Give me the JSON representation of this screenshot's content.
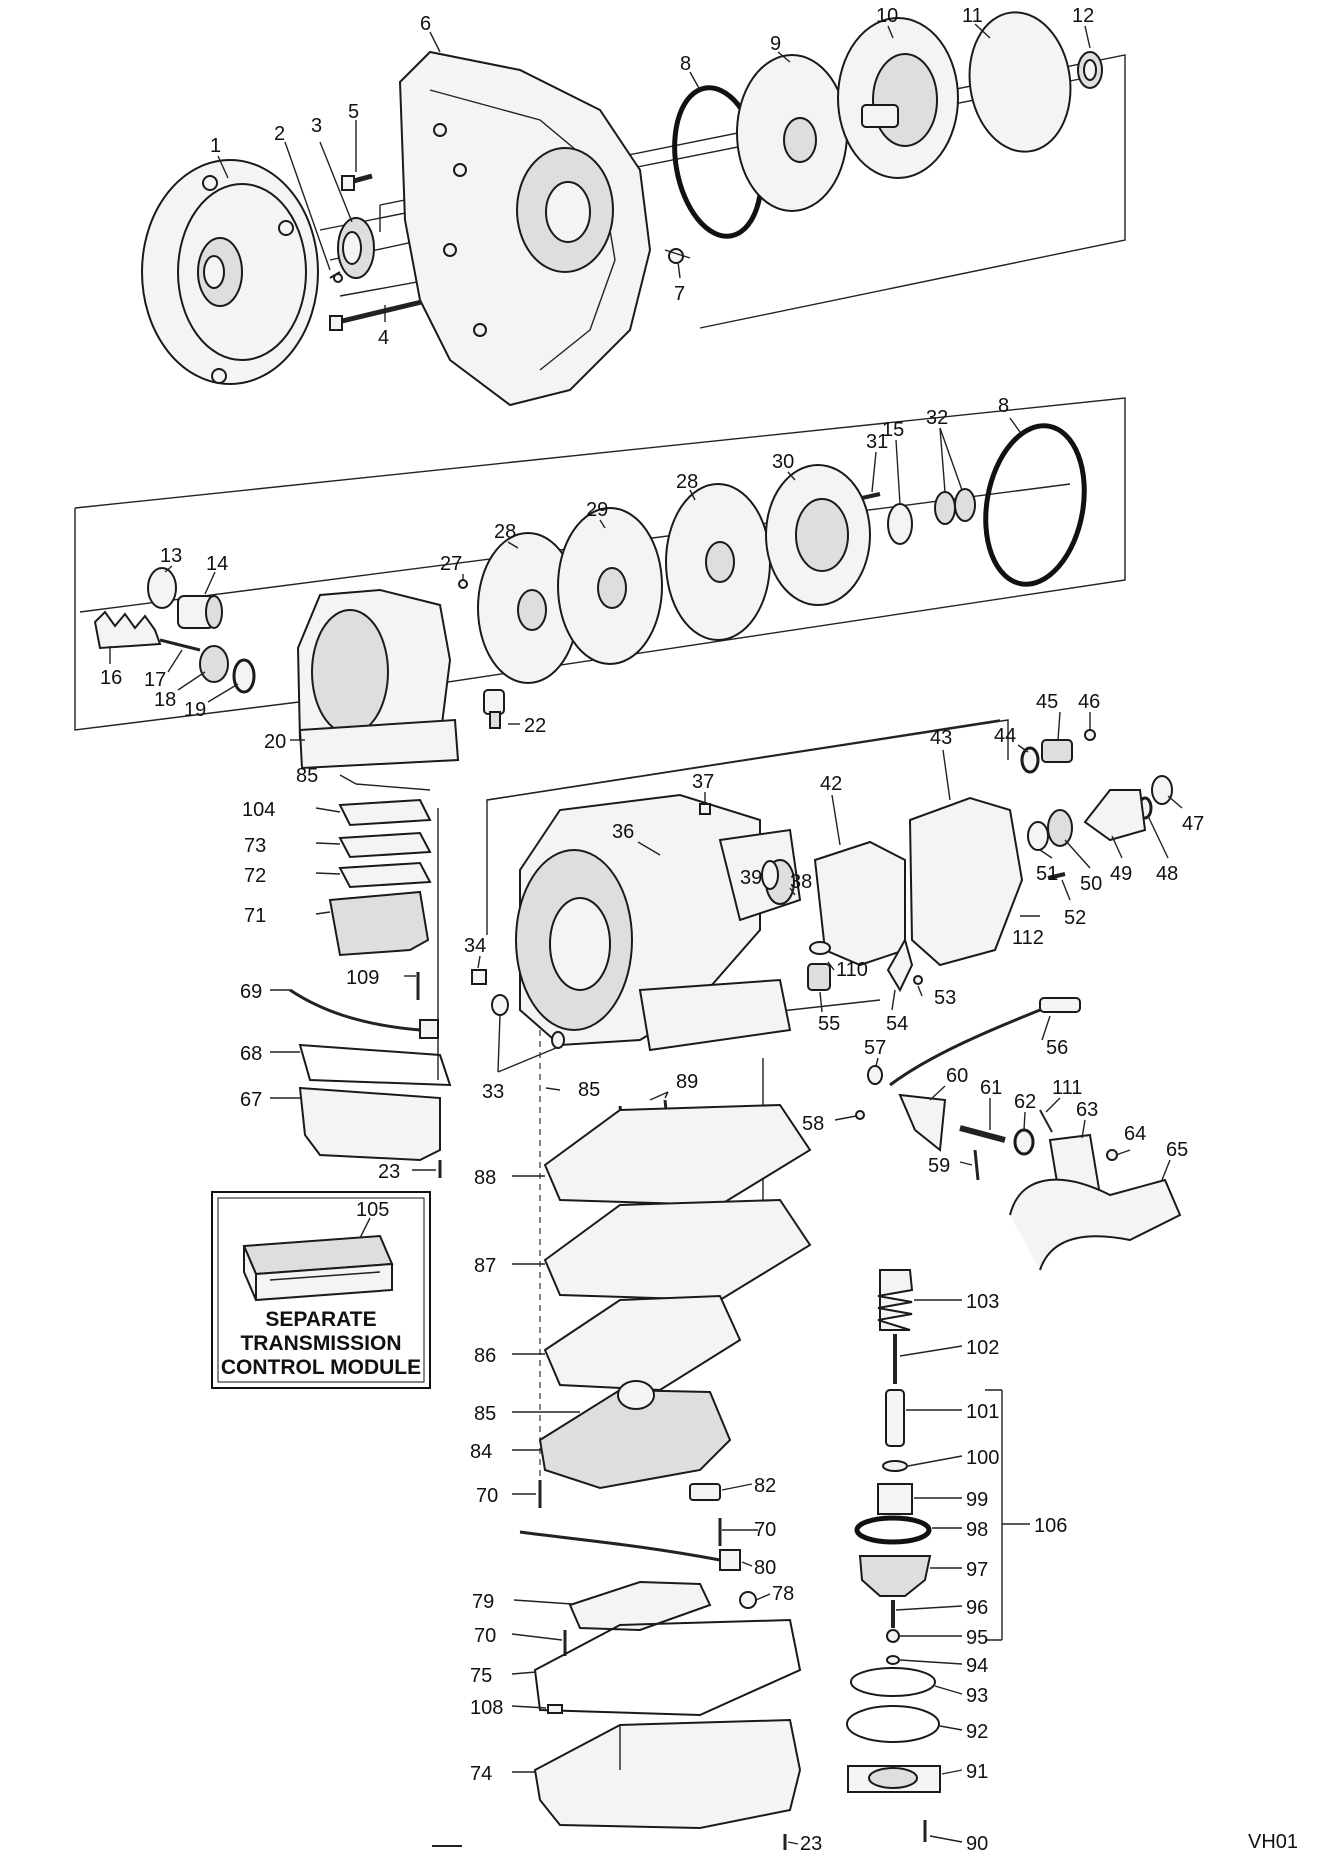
{
  "callouts": [
    {
      "id": "c1",
      "text": "1"
    },
    {
      "id": "c2",
      "text": "2"
    },
    {
      "id": "c3",
      "text": "3"
    },
    {
      "id": "c4",
      "text": "4"
    },
    {
      "id": "c5",
      "text": "5"
    },
    {
      "id": "c6",
      "text": "6"
    },
    {
      "id": "c7",
      "text": "7"
    },
    {
      "id": "c8a",
      "text": "8"
    },
    {
      "id": "c9",
      "text": "9"
    },
    {
      "id": "c10",
      "text": "10"
    },
    {
      "id": "c11",
      "text": "11"
    },
    {
      "id": "c12",
      "text": "12"
    },
    {
      "id": "c13",
      "text": "13"
    },
    {
      "id": "c14",
      "text": "14"
    },
    {
      "id": "c15",
      "text": "15"
    },
    {
      "id": "c16",
      "text": "16"
    },
    {
      "id": "c17",
      "text": "17"
    },
    {
      "id": "c18",
      "text": "18"
    },
    {
      "id": "c19",
      "text": "19"
    },
    {
      "id": "c20",
      "text": "20"
    },
    {
      "id": "c22",
      "text": "22"
    },
    {
      "id": "c23a",
      "text": "23"
    },
    {
      "id": "c23b",
      "text": "23"
    },
    {
      "id": "c27",
      "text": "27"
    },
    {
      "id": "c28a",
      "text": "28"
    },
    {
      "id": "c28b",
      "text": "28"
    },
    {
      "id": "c29",
      "text": "29"
    },
    {
      "id": "c30",
      "text": "30"
    },
    {
      "id": "c31",
      "text": "31"
    },
    {
      "id": "c32",
      "text": "32"
    },
    {
      "id": "c8b",
      "text": "8"
    },
    {
      "id": "c33",
      "text": "33"
    },
    {
      "id": "c34",
      "text": "34"
    },
    {
      "id": "c36",
      "text": "36"
    },
    {
      "id": "c37",
      "text": "37"
    },
    {
      "id": "c38",
      "text": "38"
    },
    {
      "id": "c39",
      "text": "39"
    },
    {
      "id": "c42",
      "text": "42"
    },
    {
      "id": "c43",
      "text": "43"
    },
    {
      "id": "c44",
      "text": "44"
    },
    {
      "id": "c45",
      "text": "45"
    },
    {
      "id": "c46",
      "text": "46"
    },
    {
      "id": "c47",
      "text": "47"
    },
    {
      "id": "c48",
      "text": "48"
    },
    {
      "id": "c49",
      "text": "49"
    },
    {
      "id": "c50",
      "text": "50"
    },
    {
      "id": "c51",
      "text": "51"
    },
    {
      "id": "c52",
      "text": "52"
    },
    {
      "id": "c53",
      "text": "53"
    },
    {
      "id": "c54",
      "text": "54"
    },
    {
      "id": "c55",
      "text": "55"
    },
    {
      "id": "c56",
      "text": "56"
    },
    {
      "id": "c57",
      "text": "57"
    },
    {
      "id": "c58",
      "text": "58"
    },
    {
      "id": "c59",
      "text": "59"
    },
    {
      "id": "c60",
      "text": "60"
    },
    {
      "id": "c61",
      "text": "61"
    },
    {
      "id": "c62",
      "text": "62"
    },
    {
      "id": "c63",
      "text": "63"
    },
    {
      "id": "c64",
      "text": "64"
    },
    {
      "id": "c65",
      "text": "65"
    },
    {
      "id": "c67",
      "text": "67"
    },
    {
      "id": "c68",
      "text": "68"
    },
    {
      "id": "c69",
      "text": "69"
    },
    {
      "id": "c70a",
      "text": "70"
    },
    {
      "id": "c70b",
      "text": "70"
    },
    {
      "id": "c70c",
      "text": "70"
    },
    {
      "id": "c71",
      "text": "71"
    },
    {
      "id": "c72",
      "text": "72"
    },
    {
      "id": "c73",
      "text": "73"
    },
    {
      "id": "c74",
      "text": "74"
    },
    {
      "id": "c75",
      "text": "75"
    },
    {
      "id": "c78",
      "text": "78"
    },
    {
      "id": "c79",
      "text": "79"
    },
    {
      "id": "c80",
      "text": "80"
    },
    {
      "id": "c82",
      "text": "82"
    },
    {
      "id": "c84",
      "text": "84"
    },
    {
      "id": "c85a",
      "text": "85"
    },
    {
      "id": "c85b",
      "text": "85"
    },
    {
      "id": "c85c",
      "text": "85"
    },
    {
      "id": "c86",
      "text": "86"
    },
    {
      "id": "c87",
      "text": "87"
    },
    {
      "id": "c88",
      "text": "88"
    },
    {
      "id": "c89",
      "text": "89"
    },
    {
      "id": "c90",
      "text": "90"
    },
    {
      "id": "c91",
      "text": "91"
    },
    {
      "id": "c92",
      "text": "92"
    },
    {
      "id": "c93",
      "text": "93"
    },
    {
      "id": "c94",
      "text": "94"
    },
    {
      "id": "c95",
      "text": "95"
    },
    {
      "id": "c96",
      "text": "96"
    },
    {
      "id": "c97",
      "text": "97"
    },
    {
      "id": "c98",
      "text": "98"
    },
    {
      "id": "c99",
      "text": "99"
    },
    {
      "id": "c100",
      "text": "100"
    },
    {
      "id": "c101",
      "text": "101"
    },
    {
      "id": "c102",
      "text": "102"
    },
    {
      "id": "c103",
      "text": "103"
    },
    {
      "id": "c104",
      "text": "104"
    },
    {
      "id": "c105",
      "text": "105"
    },
    {
      "id": "c106",
      "text": "106"
    },
    {
      "id": "c108",
      "text": "108"
    },
    {
      "id": "c109",
      "text": "109"
    },
    {
      "id": "c110",
      "text": "110"
    },
    {
      "id": "c111",
      "text": "111"
    },
    {
      "id": "c112",
      "text": "112"
    }
  ],
  "inset_box": {
    "line1": "SEPARATE",
    "line2": "TRANSMISSION",
    "line3": "CONTROL MODULE"
  },
  "figure_code": "VH01"
}
